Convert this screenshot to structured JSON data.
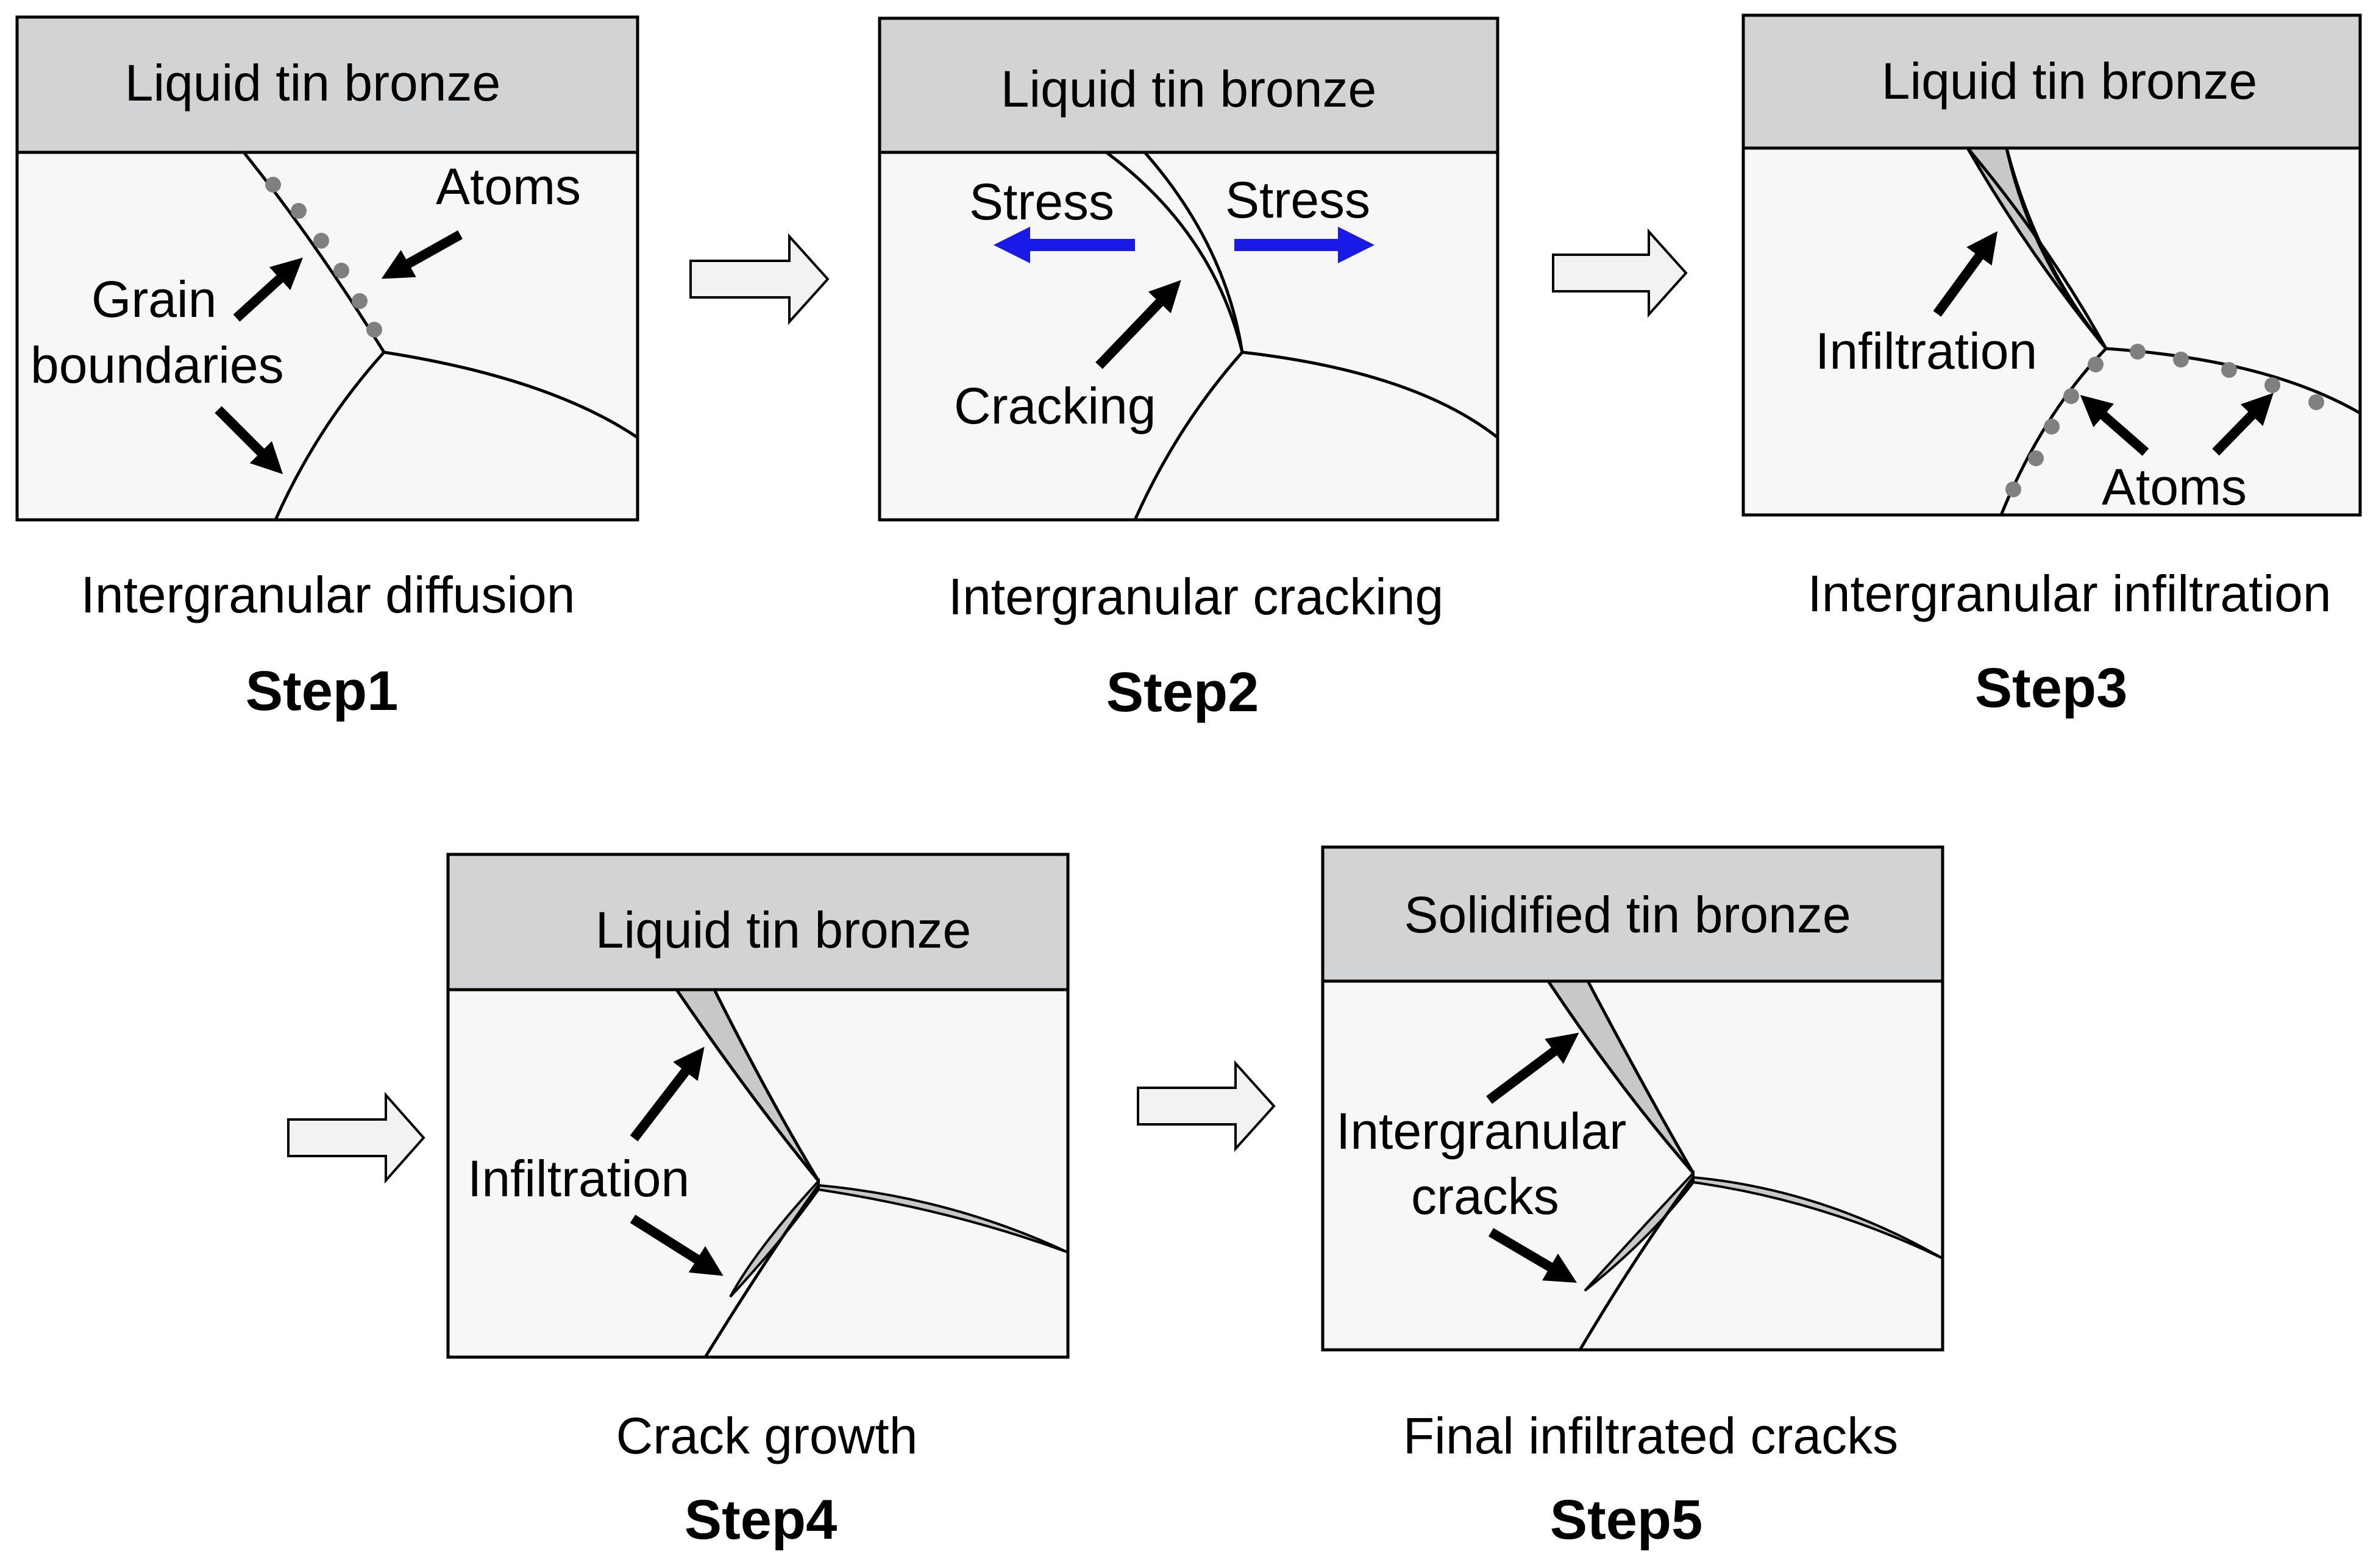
{
  "colors": {
    "header": "#d1d3d4",
    "body": "#f7f7f7",
    "stress_arrow": "#1a1ae6",
    "atom": "#808080",
    "liquid": "#c8c8c8"
  },
  "steps": [
    {
      "header": "Liquid tin bronze",
      "caption": "Intergranular diffusion",
      "step": "Step1",
      "labels": {
        "atoms": "Atoms",
        "grain_1": "Grain",
        "grain_2": "boundaries"
      }
    },
    {
      "header": "Liquid tin bronze",
      "caption": "Intergranular cracking",
      "step": "Step2",
      "labels": {
        "stress_left": "Stress",
        "stress_right": "Stress",
        "cracking": "Cracking"
      }
    },
    {
      "header": "Liquid tin bronze",
      "caption": "Intergranular infiltration",
      "step": "Step3",
      "labels": {
        "infiltration": "Infiltration",
        "atoms": "Atoms"
      }
    },
    {
      "header": "Liquid tin bronze",
      "caption": "Crack growth",
      "step": "Step4",
      "labels": {
        "infiltration": "Infiltration"
      }
    },
    {
      "header": "Solidified tin bronze",
      "caption": "Final infiltrated cracks",
      "step": "Step5",
      "labels": {
        "cracks_1": "Intergranular",
        "cracks_2": "cracks"
      }
    }
  ]
}
